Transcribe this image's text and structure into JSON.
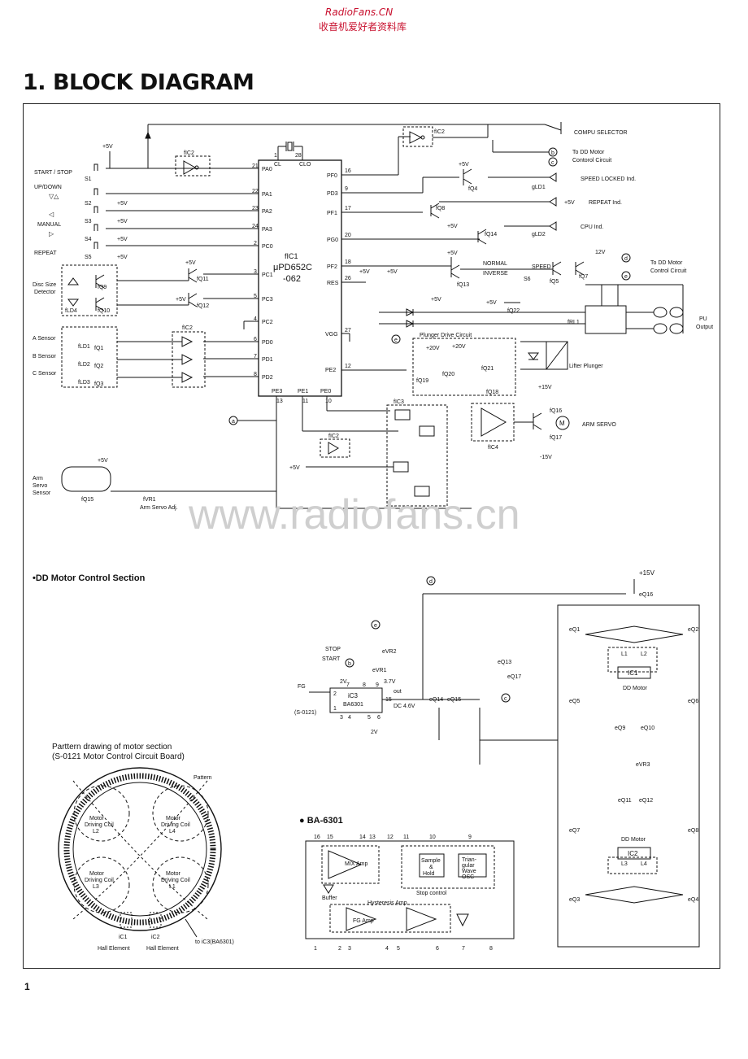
{
  "header": {
    "site": "RadioFans.CN",
    "subtitle": "收音机爱好者资料库"
  },
  "title": "1. BLOCK DIAGRAM",
  "watermark": "www.radiofans.cn",
  "page_number": "1",
  "main": {
    "ic1": {
      "ref": "fIC1",
      "name": "μPD652C",
      "suffix": "-062",
      "pin_top1": "1",
      "pin_top28": "28",
      "cl": "CL",
      "clo": "CLO"
    },
    "pins_left": [
      {
        "num": "21",
        "name": "PA0"
      },
      {
        "num": "22",
        "name": "PA1"
      },
      {
        "num": "23",
        "name": "PA2"
      },
      {
        "num": "24",
        "name": "PA3"
      },
      {
        "num": "2",
        "name": "PC0"
      },
      {
        "num": "3",
        "name": "PC1"
      },
      {
        "num": "5",
        "name": "PC3"
      },
      {
        "num": "4",
        "name": "PC2"
      },
      {
        "num": "6",
        "name": "PD0"
      },
      {
        "num": "7",
        "name": "PD1"
      },
      {
        "num": "8",
        "name": "PD2"
      }
    ],
    "pins_right": [
      {
        "num": "16",
        "name": "PF0"
      },
      {
        "num": "9",
        "name": "PD3"
      },
      {
        "num": "17",
        "name": "PF1"
      },
      {
        "num": "20",
        "name": "PG0"
      },
      {
        "num": "18",
        "name": "PF2"
      },
      {
        "num": "26",
        "name": "RES"
      },
      {
        "num": "27",
        "name": "VGG"
      },
      {
        "num": "12",
        "name": "PE2"
      }
    ],
    "pins_bottom": [
      {
        "num": "13",
        "name": "PE3"
      },
      {
        "num": "11",
        "name": "PE1"
      },
      {
        "num": "10",
        "name": "PE0"
      }
    ],
    "labels": {
      "plus5v": "+5V",
      "plus20v": "+20V",
      "plus15v": "+15V",
      "minus15v": "-15V",
      "plus12v": "12V",
      "start_stop": "START / STOP",
      "up_down": "UP/DOWN",
      "manual": "MANUAL",
      "repeat": "REPEAT",
      "s1": "S1",
      "s2": "S2",
      "s3": "S3",
      "s4": "S4",
      "s5": "S5",
      "s6": "S6",
      "disc_size": "Disc Size",
      "detector": "Detector",
      "fq9": "fQ9",
      "fq10": "fQ10",
      "fq11": "fQ11",
      "fq12": "fQ12",
      "fld4": "fLD4",
      "a_sensor": "A Sensor",
      "b_sensor": "B Sensor",
      "c_sensor": "C Sensor",
      "fld1": "fLD1",
      "fld2": "fLD2",
      "fld3": "fLD3",
      "fq1": "fQ1",
      "fq2": "fQ2",
      "fq3": "fQ3",
      "fic2": "fIC2",
      "fic3": "fIC3",
      "fic4": "fIC4",
      "compu_selector": "COMPU SELECTOR",
      "to_dd_motor": "To DD Motor",
      "control_circuit": "Contorol Circuit",
      "speed_locked": "SPEED LOCKED Ind.",
      "repeat_ind": "REPEAT Ind.",
      "cpu_ind": "CPU Ind.",
      "gld1": "gLD1",
      "gld2": "gLD2",
      "fq4": "fQ4",
      "fq8": "fQ8",
      "fq14": "fQ14",
      "normal": "NORMAL",
      "inverse": "INVERSE",
      "speed": "SPEED",
      "fq13": "fQ13",
      "fq5": "fQ5",
      "fq7": "fQ7",
      "fq22": "fQ22",
      "to_dd_motor2": "To DD Motor",
      "control_circuit2": "Control Circuit",
      "frl1": "fRL1",
      "pu": "PU",
      "output": "Output",
      "plunger_drive": "Plunger Drive Circuit",
      "lifter_plunger": "Lifter Plunger",
      "fq19": "fQ19",
      "fq20": "fQ20",
      "fq21": "fQ21",
      "fq18": "fQ18",
      "fq16": "fQ16",
      "fq17": "fQ17",
      "arm_servo": "ARM SERVO",
      "arm_servo_sensor1": "Arm",
      "arm_servo_sensor2": "Servo",
      "arm_servo_sensor3": "Sensor",
      "fq15": "fQ15",
      "fvr1": "fVR1",
      "arm_servo_adj": "Arm Servo Adj.",
      "node_a": "a",
      "node_b": "b",
      "node_c": "c",
      "node_d": "d",
      "node_e": "e",
      "xtal": "X"
    }
  },
  "dd_section": {
    "title": "•DD Motor Control Section",
    "plus15v": "+15V",
    "eq16": "eQ16",
    "eq1": "eQ1",
    "eq2": "eQ2",
    "eq5": "eQ5",
    "eq6": "eQ6",
    "eq9": "eQ9",
    "eq10": "eQ10",
    "eq11": "eQ11",
    "eq12": "eQ12",
    "eq7": "eQ7",
    "eq8": "eQ8",
    "eq3": "eQ3",
    "eq4": "eQ4",
    "eq13": "eQ13",
    "eq17": "eQ17",
    "eq14": "eQ14",
    "eq15": "eQ15",
    "ic1": "IC1",
    "ic2": "IC2",
    "dd_motor": "DD Motor",
    "l1": "L1",
    "l2": "L2",
    "l3": "L3",
    "l4": "L4",
    "evr3": "eVR3",
    "evr2": "eVR2",
    "evr1": "eVR1",
    "stop": "STOP",
    "start": "START",
    "fg": "FG",
    "s0121": "(S-0121)",
    "ic3": "iC3",
    "ba6301": "BA6301",
    "v2": "2V",
    "v37": "3.7V",
    "v2b": "2V",
    "out": "out",
    "dc": "DC 4.6V",
    "p2": "2",
    "p7": "7",
    "p8": "8",
    "p9": "9",
    "p1": "1",
    "p3": "3",
    "p4": "4",
    "p5": "5",
    "p6": "6",
    "p15": "15"
  },
  "pattern": {
    "title1": "Parttern drawing of motor section",
    "title2": "(S-0121 Motor Control Circuit Board)",
    "pattern": "Pattern",
    "coils": [
      {
        "line1": "Motor",
        "line2": "Driving Coil",
        "line3": "L2"
      },
      {
        "line1": "Motor",
        "line2": "Driving Coil",
        "line3": "L4"
      },
      {
        "line1": "Motor",
        "line2": "Driving Coil",
        "line3": "L3"
      },
      {
        "line1": "Motor",
        "line2": "Driving Coil",
        "line3": "L1"
      }
    ],
    "ic1": "iC1",
    "ic2": "iC2",
    "hall": "Hall Element",
    "hall2": "Hall Element",
    "to_ic3": "to iC3(BA6301)"
  },
  "ba6301": {
    "title": "● BA-6301",
    "top_pins": [
      "16",
      "15",
      "14",
      "13",
      "12",
      "11",
      "10",
      "9"
    ],
    "bottom_pins": [
      "1",
      "2",
      "3",
      "4",
      "5",
      "6",
      "7",
      "8"
    ],
    "mix_amp": "MIX Amp",
    "sample_hold1": "Sample",
    "sample_hold2": "&",
    "sample_hold3": "Hold",
    "tri1": "Trian-",
    "tri2": "gular",
    "tri3": "Wave",
    "tri4": "OSC",
    "stop_control": "Stop control",
    "buffer": "Buffer",
    "hysteresis": "Hysteresis Amp.",
    "fg_amp": "FG Amp"
  }
}
